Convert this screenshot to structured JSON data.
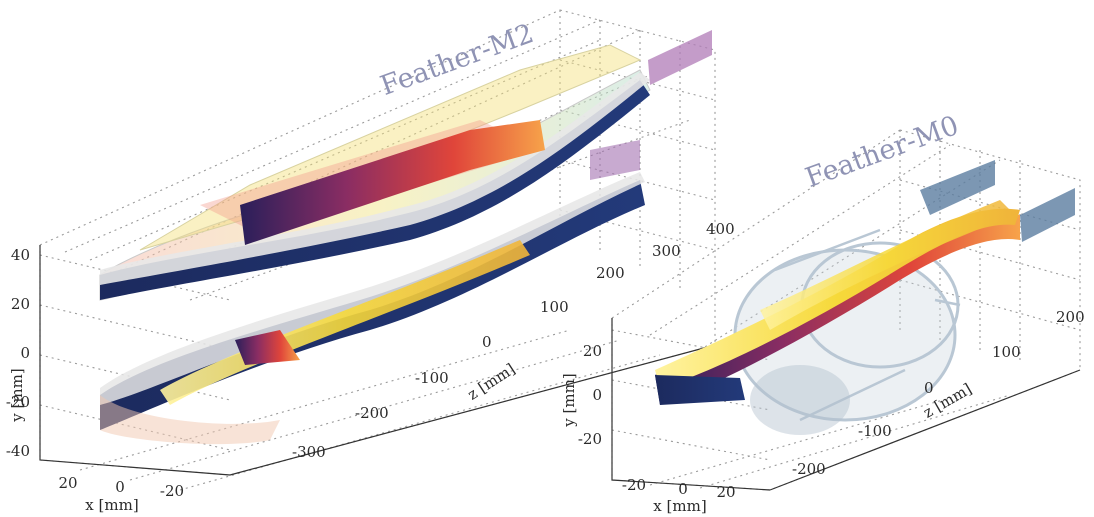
{
  "left_panel": {
    "title": "Feather-M2",
    "y_axis": {
      "label": "y [mm]",
      "ticks": [
        "40",
        "20",
        "0",
        "-20",
        "-40"
      ]
    },
    "x_axis": {
      "label": "x [mm]",
      "ticks": [
        "20",
        "0",
        "-20"
      ]
    },
    "z_axis": {
      "label": "z [mm]",
      "ticks": [
        "400",
        "300",
        "200",
        "100",
        "0",
        "-100",
        "-200",
        "-300"
      ]
    }
  },
  "right_panel": {
    "title": "Feather-M0",
    "y_axis": {
      "label": "y [mm]",
      "ticks": [
        "20",
        "0",
        "-20"
      ]
    },
    "x_axis": {
      "label": "x [mm]",
      "ticks": [
        "-20",
        "0",
        "20"
      ]
    },
    "z_axis": {
      "label": "z [mm]",
      "ticks": [
        "200",
        "100",
        "0",
        "-100",
        "-200"
      ]
    }
  },
  "colors": {
    "coil_dark": "#1c2a5e",
    "coil_hot": "#d83a3a",
    "coil_warm": "#f6e24a",
    "coil_light": "#dcdcdc",
    "title": "#8f93b4",
    "cryostat": "#b9c7d4"
  }
}
